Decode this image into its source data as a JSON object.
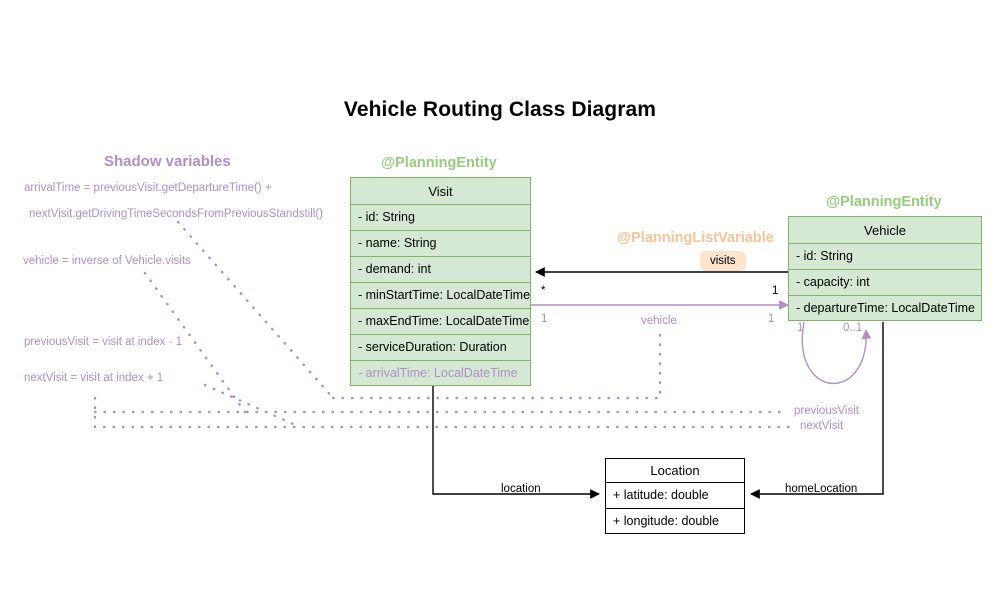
{
  "title": "Vehicle Routing Class Diagram",
  "sections": {
    "shadow_variables_heading": "Shadow variables",
    "shadow_notes": [
      "arrivalTime = previousVisit.getDepartureTime() +",
      "nextVisit.getDrivingTimeSecondsFromPreviousStandstill()",
      "vehicle = inverse of Vehicle.visits",
      "previousVisit = visit at index - 1",
      "nextVisit = visit at index + 1"
    ]
  },
  "stereotypes": {
    "visit": "@PlanningEntity",
    "vehicle": "@PlanningEntity",
    "list_variable": "@PlanningListVariable"
  },
  "classes": {
    "visit": {
      "name": "Visit",
      "attributes": [
        {
          "text": "- id: String",
          "shadow": false
        },
        {
          "text": "- name: String",
          "shadow": false
        },
        {
          "text": "- demand: int",
          "shadow": false
        },
        {
          "text": "- minStartTime: LocalDateTime",
          "shadow": false
        },
        {
          "text": "- maxEndTime: LocalDateTime",
          "shadow": false
        },
        {
          "text": "- serviceDuration: Duration",
          "shadow": false
        },
        {
          "text": "- arrivalTime: LocalDateTime",
          "shadow": true
        }
      ]
    },
    "vehicle": {
      "name": "Vehicle",
      "attributes": [
        {
          "text": "- id: String",
          "shadow": false
        },
        {
          "text": "- capacity: int",
          "shadow": false
        },
        {
          "text": "- departureTime: LocalDateTime",
          "shadow": false
        }
      ]
    },
    "location": {
      "name": "Location",
      "attributes": [
        {
          "text": "+ latitude: double",
          "shadow": false
        },
        {
          "text": "+ longitude: double",
          "shadow": false
        }
      ]
    }
  },
  "edges": {
    "visits_badge": "visits",
    "visits_mult_source": "*",
    "visits_mult_target": "1",
    "vehicle_label": "vehicle",
    "vehicle_mult_source": "1",
    "vehicle_mult_target": "1",
    "self_mult_source": "1",
    "self_mult_target": "0..1",
    "previous_visit_label": "previousVisit",
    "next_visit_label": "nextVisit",
    "location_label": "location",
    "home_location_label": "homeLocation"
  },
  "colors": {
    "entity_fill": "#d5e8d4",
    "entity_stroke": "#82b366",
    "stereotype_green": "#97cb7d",
    "stereotype_peach": "#f5c396",
    "badge_fill": "#fde4cc",
    "shadow_purple": "#b08ec6",
    "line_black": "#000000"
  }
}
